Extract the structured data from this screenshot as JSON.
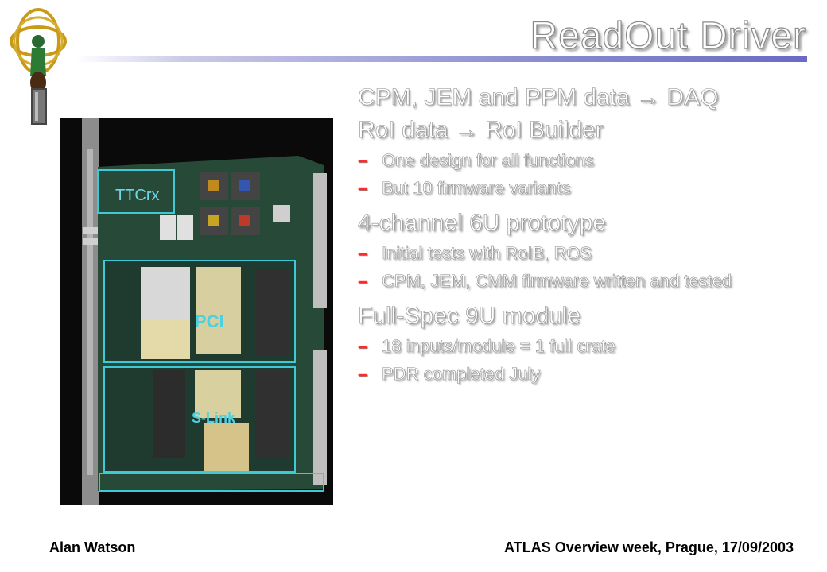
{
  "title": "ReadOut Driver",
  "bullets": [
    {
      "level": 1,
      "text": "CPM, JEM and PPM data → DAQ"
    },
    {
      "level": 1,
      "text": "RoI data → RoI Builder"
    },
    {
      "level": 2,
      "text": "One design for all functions"
    },
    {
      "level": 2,
      "text": "But 10 firmware variants"
    },
    {
      "level": 1,
      "text": "4-channel 6U prototype"
    },
    {
      "level": 2,
      "text": "Initial tests with RoIB, ROS"
    },
    {
      "level": 2,
      "text": "CPM, JEM, CMM firmware written and tested"
    },
    {
      "level": 1,
      "text": "Full-Spec 9U module"
    },
    {
      "level": 2,
      "text": "18 inputs/module = 1 full crate"
    },
    {
      "level": 2,
      "text": "PDR completed July"
    }
  ],
  "dash_symbol": "–",
  "photo_labels": {
    "ttcrx": "TTCrx",
    "pci": "PCI",
    "slink": "S-Link"
  },
  "footer": {
    "left": "Alan Watson",
    "right": "ATLAS Overview week, Prague, 17/09/2003"
  },
  "colors": {
    "dash": "#ff2a2a",
    "title_line": "#8f8fd0",
    "photo_outline": "#3fc8d8"
  }
}
